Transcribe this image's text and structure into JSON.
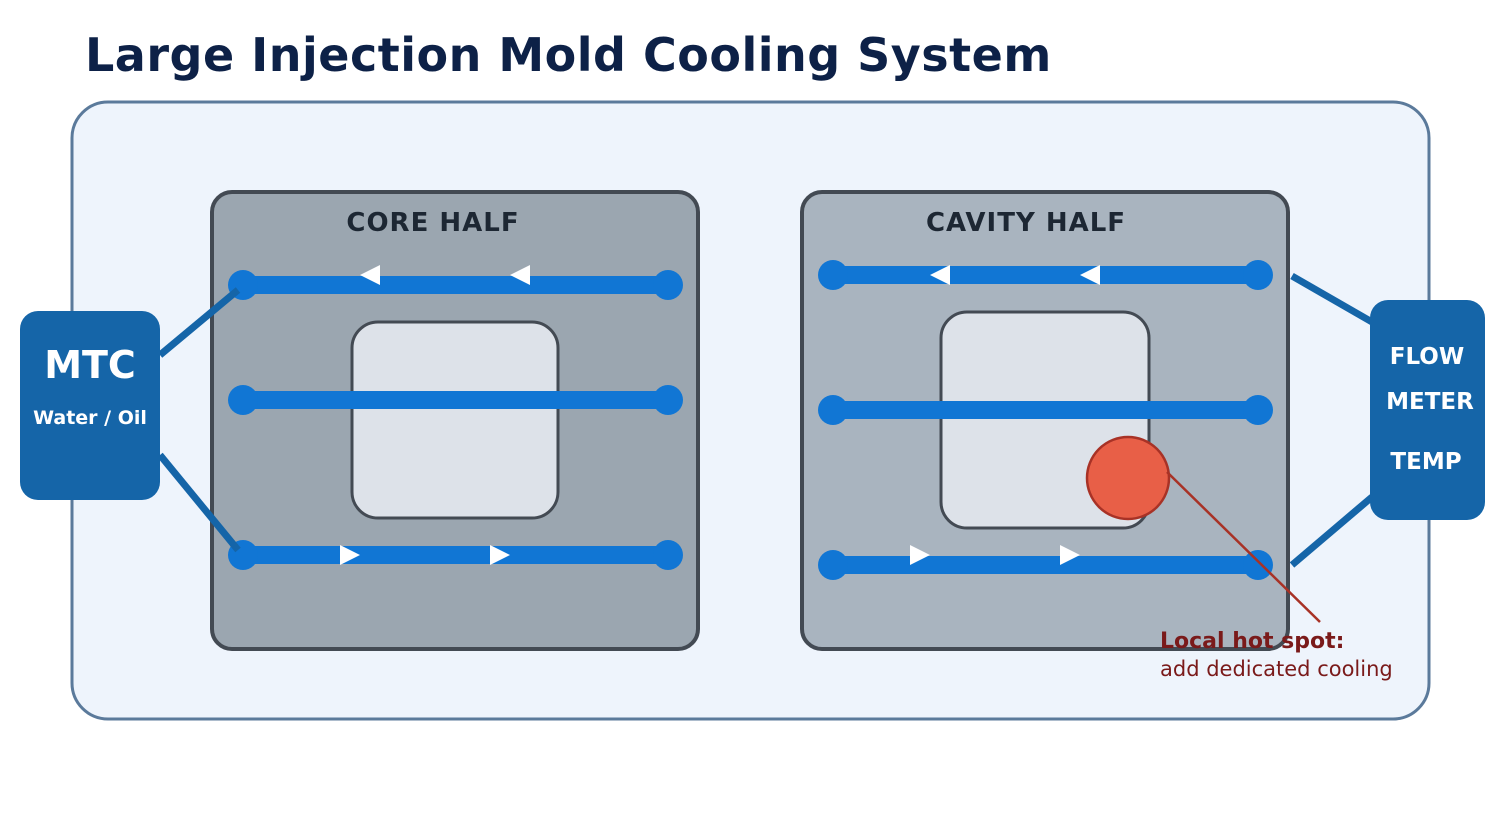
{
  "title": "Large Injection Mold Cooling System",
  "mtc": {
    "label": "MTC",
    "sublabel": "Water / Oil"
  },
  "meter": {
    "line1": "FLOW",
    "line2": "METER",
    "line3": "TEMP"
  },
  "core_half": {
    "label": "CORE HALF"
  },
  "cavity_half": {
    "label": "CAVITY HALF"
  },
  "hotspot": {
    "title": "Local hot spot:",
    "note": "add dedicated cooling"
  },
  "colors": {
    "title": "#0d2147",
    "channel": "#1176d4",
    "unit": "#1565a8",
    "mold_core": "#9ba6b0",
    "mold_cavity": "#a9b4bf",
    "hotspot": "#e85f47",
    "annotation": "#7a1a1a",
    "frame_fill": "#eef4fc",
    "frame_stroke": "#5b7a9b"
  }
}
